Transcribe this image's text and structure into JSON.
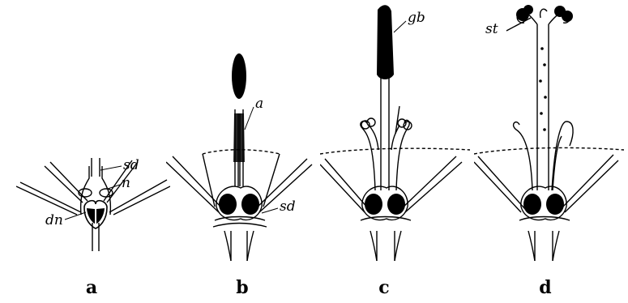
{
  "panels": [
    {
      "id": "a",
      "label": "a",
      "parts": [
        "sd",
        "n",
        "dn"
      ]
    },
    {
      "id": "b",
      "label": "b",
      "parts": [
        "a",
        "sd"
      ]
    },
    {
      "id": "c",
      "label": "c",
      "parts": [
        "gb"
      ]
    },
    {
      "id": "d",
      "label": "d",
      "parts": [
        "st"
      ]
    }
  ],
  "colors": {
    "ink": "#000000",
    "background": "#ffffff"
  }
}
